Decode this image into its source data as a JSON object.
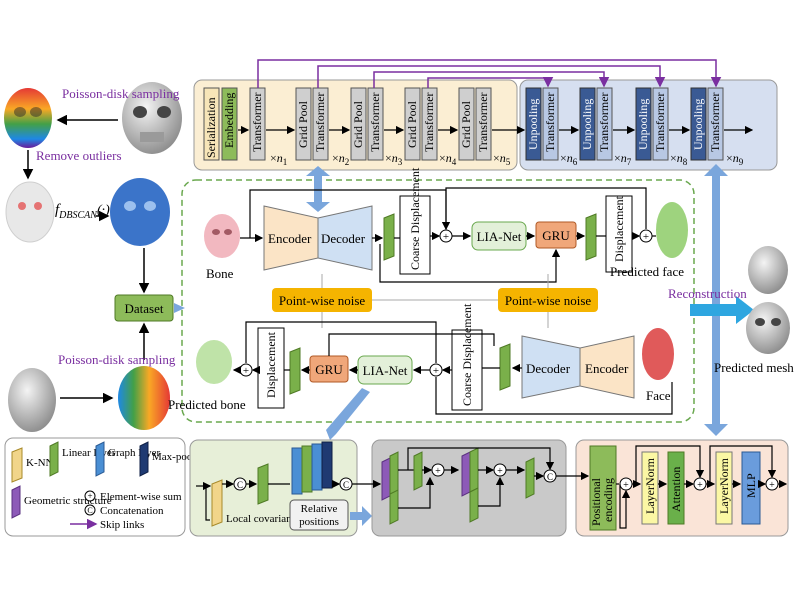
{
  "colors": {
    "purple_text": "#7a2fa0",
    "top_panel": "#fbeed3",
    "top_panel_right": "#d6dff0",
    "green_block": "#8dbb5a",
    "gray_block": "#c8c8c8",
    "orange_noise": "#f5b400",
    "gru": "#f0a77a",
    "lia": "#e3f0d9",
    "arrow_blue": "#7aa6dc",
    "bottom_green_panel": "#e7efd8",
    "bottom_gray_panel": "#c9c9c9",
    "bottom_peach_panel": "#fae4d7"
  },
  "left": {
    "poisson_top": "Poisson-disk sampling",
    "remove_outliers": "Remove outliers",
    "dbscan_symbol": "f",
    "dbscan_sub": "DBSCAN",
    "dbscan_arg": "(·)",
    "dataset": "Dataset",
    "poisson_bottom": "Poisson-disk sampling"
  },
  "top": {
    "serialization": "Serialization",
    "embedding": "Embedding",
    "transformer": "Transformer",
    "grid_pool": "Grid Pool",
    "unpooling": "Unpooling",
    "times": "×",
    "n": "n",
    "subs": [
      "1",
      "2",
      "3",
      "4",
      "5",
      "6",
      "7",
      "8",
      "9"
    ]
  },
  "middle": {
    "bone": "Bone",
    "encoder": "Encoder",
    "decoder": "Decoder",
    "coarse_displacement": "Coarse Displacement",
    "lia_net": "LIA-Net",
    "gru": "GRU",
    "displacement": "Displacement",
    "predicted_face": "Predicted face",
    "point_wise_noise": "Point-wise noise",
    "predicted_bone": "Predicted bone",
    "face": "Face",
    "reconstruction": "Reconstruction",
    "predicted_mesh": "Predicted mesh"
  },
  "legend": {
    "knn": "K-NN",
    "linear_layer": "Linear layer",
    "graph_layer": "Graph layer",
    "max_pooling": "Max-pooling",
    "geometric_structure": "Geometric structure",
    "element_wise_sum": "Element-wise sum",
    "concatenation": "Concatenation",
    "skip_links": "Skip links"
  },
  "bottom": {
    "local_covariance": "Local covariance",
    "relative_positions": "Relative positions",
    "positional_encoding": "Positional encoding",
    "layernorm": "LayerNorm",
    "attention": "Attention",
    "mlp": "MLP",
    "c_symbol": "C",
    "plus_symbol": "+"
  }
}
